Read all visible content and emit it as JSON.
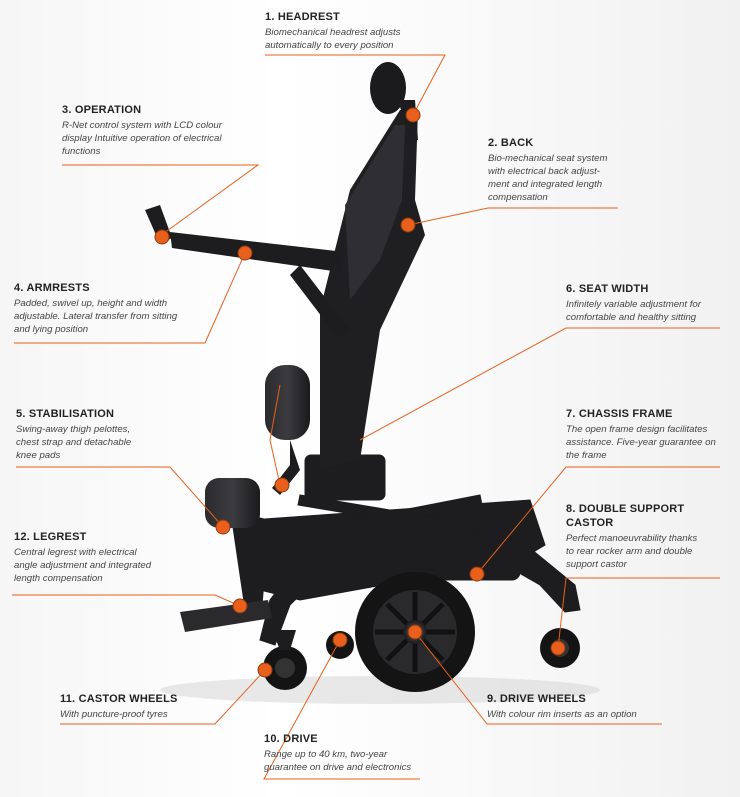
{
  "accent_color": "#e8601c",
  "frame_color": "#1d1d1f",
  "tyre_color": "#141414",
  "callouts": [
    {
      "number": "1.",
      "title": "HEADREST",
      "desc": "Biomechanical headrest adjusts\nautomatically to every position"
    },
    {
      "number": "2.",
      "title": "BACK",
      "desc": "Bio-mechanical seat system\nwith electrical back adjust-\nment and integrated length\ncompensation"
    },
    {
      "number": "3.",
      "title": "OPERATION",
      "desc": "R-Net control system with LCD colour\ndisplay Intuitive operation of electrical\nfunctions"
    },
    {
      "number": "4.",
      "title": "ARMRESTS",
      "desc": "Padded, swivel up, height and width\nadjustable. Lateral transfer from sitting\nand lying position"
    },
    {
      "number": "6.",
      "title": "SEAT WIDTH",
      "desc": "Infinitely variable adjustment for\ncomfortable and healthy sitting"
    },
    {
      "number": "5.",
      "title": "STABILISATION",
      "desc": "Swing-away thigh pelottes,\nchest strap and detachable\nknee pads"
    },
    {
      "number": "7.",
      "title": "CHASSIS FRAME",
      "desc": "The open frame design facilitates\nassistance. Five-year guarantee on\nthe frame"
    },
    {
      "number": "8.",
      "title": "DOUBLE SUPPORT\nCASTOR",
      "desc": "Perfect manoeuvrability thanks\nto rear rocker arm and double\nsupport castor"
    },
    {
      "number": "12.",
      "title": "LEGREST",
      "desc": "Central legrest with electrical\nangle adjustment and integrated\nlength compensation"
    },
    {
      "number": "11.",
      "title": "CASTOR WHEELS",
      "desc": "With puncture-proof tyres"
    },
    {
      "number": "9.",
      "title": "DRIVE WHEELS",
      "desc": "With colour rim inserts as an option"
    },
    {
      "number": "10.",
      "title": "DRIVE",
      "desc": "Range up to 40 km, two-year\nguarantee on drive and electronics"
    }
  ]
}
